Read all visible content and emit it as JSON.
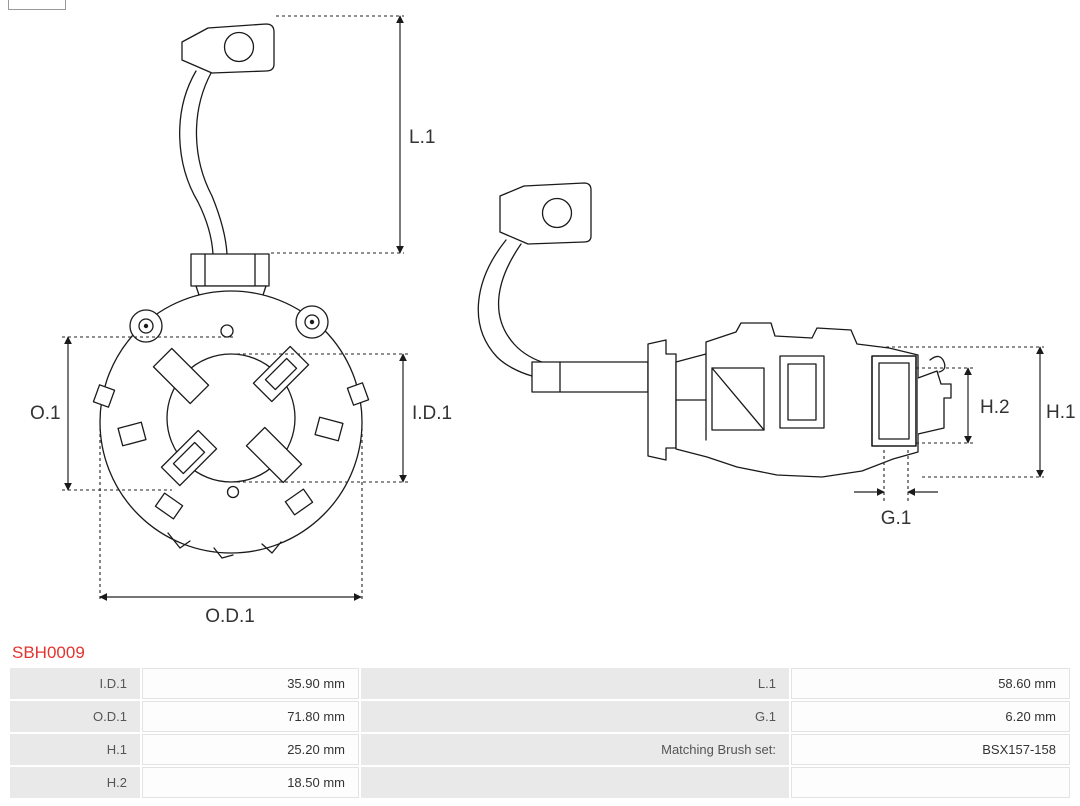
{
  "header": {
    "part_number": "SBH0009"
  },
  "colors": {
    "part_number": "#e3342f",
    "line_art": "#1a1a1a",
    "table_label_bg": "#e9e9e9"
  },
  "diagram": {
    "description": "starter-brush-holder-technical-drawing",
    "dimension_labels": {
      "l1": "L.1",
      "o1": "O.1",
      "id1": "I.D.1",
      "od1": "O.D.1",
      "h1": "H.1",
      "h2": "H.2",
      "g1": "G.1"
    }
  },
  "table": {
    "rows": [
      {
        "label_left": "I.D.1",
        "value_left": "35.90 mm",
        "label_right": "L.1",
        "value_right": "58.60 mm"
      },
      {
        "label_left": "O.D.1",
        "value_left": "71.80 mm",
        "label_right": "G.1",
        "value_right": "6.20 mm"
      },
      {
        "label_left": "H.1",
        "value_left": "25.20 mm",
        "label_right": "Matching Brush set:",
        "value_right": "BSX157-158"
      },
      {
        "label_left": "H.2",
        "value_left": "18.50 mm",
        "label_right": "",
        "value_right": ""
      }
    ]
  }
}
